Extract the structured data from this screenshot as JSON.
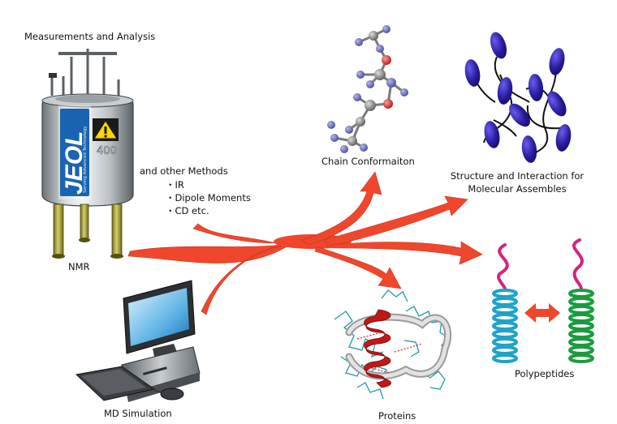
{
  "labels": {
    "measurements": "Measurements and Analysis",
    "nmr": "NMR",
    "md_simulation": "MD Simulation",
    "other_methods_title": "and other Methods",
    "method_ir": "・IR",
    "method_dipole": "・Dipole Moments",
    "method_cd": "・CD etc.",
    "chain": "Chain Conformaiton",
    "structure_line1": "Structure and Interaction for",
    "structure_line2": "Molecular Assembles",
    "polypeptides": "Polypeptides",
    "proteins": "Proteins"
  },
  "nmr_device": {
    "brand": "JEOL",
    "tagline": "Serving Advanced Technology",
    "model": "400",
    "warning_icon": "warning-triangle-icon"
  },
  "icons": {
    "computer": "desktop-computer-icon",
    "molecule": "ball-and-stick-molecule-icon",
    "ellipsoid_chains": "ellipsoid-chain-assembly-icon",
    "helix": "alpha-helix-icon",
    "protein": "protein-ribbon-icon",
    "double_arrow": "double-arrow-icon"
  },
  "colors": {
    "arrow": "#f0472c",
    "jeol_blue": "#1a63b0",
    "ellipsoid": "#2a1d9e",
    "helix_blue": "#1fa3c8",
    "helix_green": "#1a9c3e",
    "tail_magenta": "#d1257e",
    "helix_red": "#c01818",
    "atom_blue": "#5f5fae",
    "atom_red": "#d42a2a",
    "atom_gray": "#8a8a8a"
  }
}
